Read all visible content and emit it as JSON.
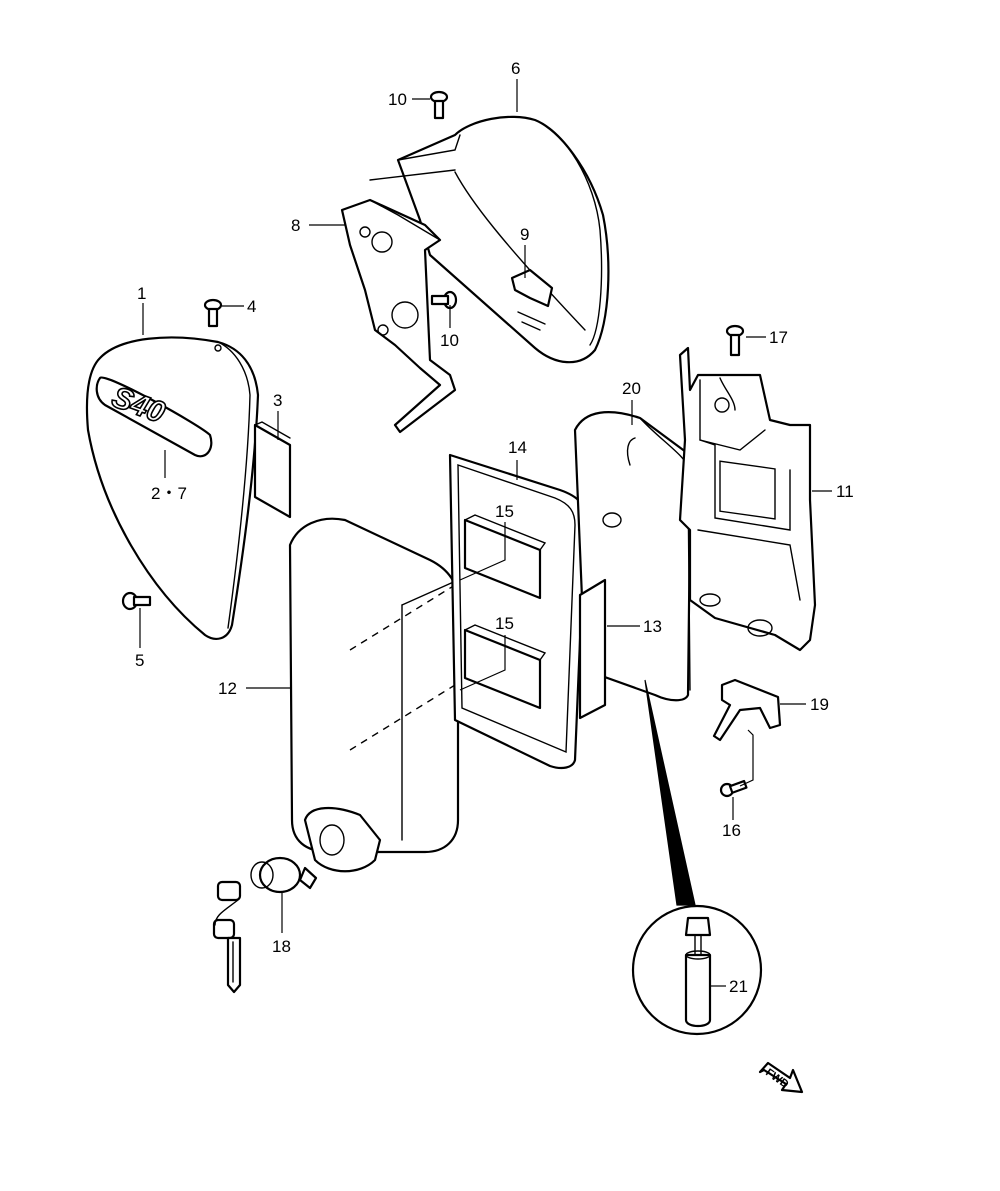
{
  "callouts": {
    "c1": "1",
    "c2_7": "2・7",
    "c3": "3",
    "c4": "4",
    "c5": "5",
    "c6": "6",
    "c8": "8",
    "c9": "9",
    "c10a": "10",
    "c10b": "10",
    "c11": "11",
    "c12": "12",
    "c13": "13",
    "c14": "14",
    "c15a": "15",
    "c15b": "15",
    "c16": "16",
    "c17": "17",
    "c18": "18",
    "c19": "19",
    "c20": "20",
    "c21": "21"
  },
  "emblem_text": "S40",
  "direction_marker": "FWD",
  "colors": {
    "line": "#000000",
    "background": "#ffffff"
  }
}
